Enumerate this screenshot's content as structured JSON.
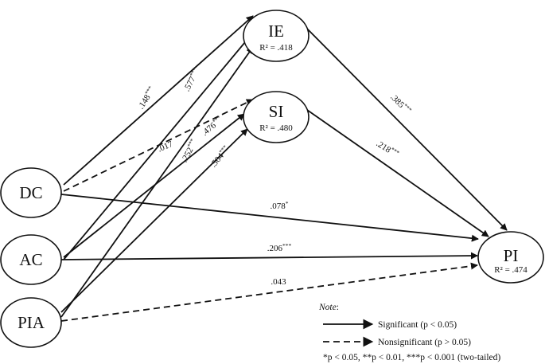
{
  "nodes": [
    {
      "id": "IE",
      "label": "IE",
      "r2": "R² = .418"
    },
    {
      "id": "SI",
      "label": "SI",
      "r2": "R² = .480"
    },
    {
      "id": "DC",
      "label": "DC",
      "r2": ""
    },
    {
      "id": "AC",
      "label": "AC",
      "r2": ""
    },
    {
      "id": "PIA",
      "label": "PIA",
      "r2": ""
    },
    {
      "id": "PI",
      "label": "PI",
      "r2": "R² = .474"
    }
  ],
  "paths": [
    {
      "from": "DC",
      "to": "IE",
      "coef": ".148",
      "stars": "***",
      "significant": true
    },
    {
      "from": "DC",
      "to": "SI",
      "coef": ".017",
      "stars": "",
      "significant": false
    },
    {
      "from": "DC",
      "to": "PI",
      "coef": ".078",
      "stars": "*",
      "significant": true
    },
    {
      "from": "AC",
      "to": "IE",
      "coef": ".577",
      "stars": "***",
      "significant": true
    },
    {
      "from": "AC",
      "to": "SI",
      "coef": ".476",
      "stars": "***",
      "significant": true
    },
    {
      "from": "AC",
      "to": "PI",
      "coef": ".206",
      "stars": "***",
      "significant": true
    },
    {
      "from": "PIA",
      "to": "IE",
      "coef": ".252",
      "stars": "***",
      "significant": true
    },
    {
      "from": "PIA",
      "to": "SI",
      "coef": ".504",
      "stars": "***",
      "significant": true
    },
    {
      "from": "PIA",
      "to": "PI",
      "coef": ".043",
      "stars": "",
      "significant": false
    },
    {
      "from": "IE",
      "to": "PI",
      "coef": ".385",
      "stars": "***",
      "significant": true
    },
    {
      "from": "SI",
      "to": "PI",
      "coef": ".218",
      "stars": "***",
      "significant": true
    }
  ],
  "legend": {
    "note": "Note",
    "significant": "Significant (p < 0.05)",
    "nonsignificant": "Nonsignificant (p > 0.05)",
    "pvalues": "*p < 0.05, **p < 0.01, ***p < 0.001 (two-tailed)"
  },
  "colors": {
    "line": "#111111",
    "background": "#ffffff"
  }
}
